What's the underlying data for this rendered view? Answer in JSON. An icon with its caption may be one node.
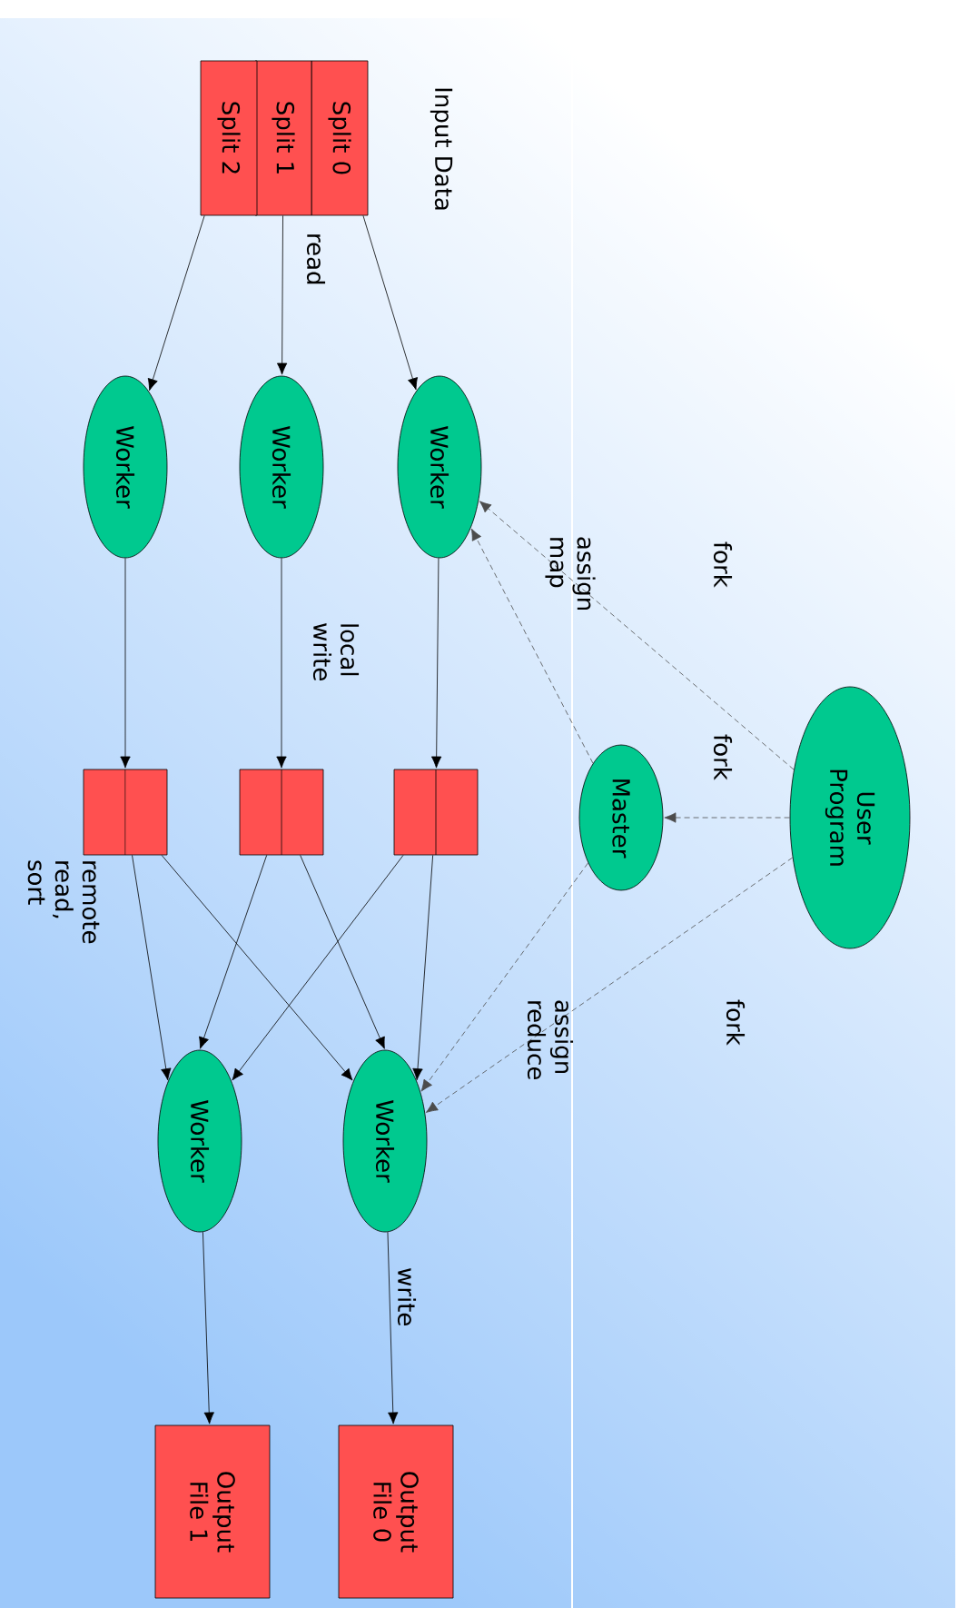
{
  "diagram": {
    "nodes": [
      {
        "text": [
          "Split 0"
        ]
      },
      {
        "text": [
          "Split 1"
        ]
      },
      {
        "text": [
          "Split 2"
        ]
      },
      {
        "text": [
          "Worker"
        ]
      },
      {
        "text": [
          "Worker"
        ]
      },
      {
        "text": [
          "Worker"
        ]
      },
      {
        "text": [],
        "shape": "box"
      },
      {
        "text": [],
        "shape": "box"
      },
      {
        "text": [],
        "shape": "box"
      },
      {
        "text": [
          "User Program"
        ]
      },
      {
        "text": [
          "Master"
        ]
      },
      {
        "text": [
          "Worker"
        ]
      },
      {
        "text": [
          "Worker"
        ]
      },
      {
        "text": [
          "Output File 0"
        ]
      },
      {
        "text": [
          "Output File 1"
        ]
      }
    ],
    "edges": [
      {
        "from": 0,
        "to": 3,
        "arrow": "to"
      },
      {
        "from": 1,
        "to": 4,
        "arrow": "to",
        "label": "read"
      },
      {
        "from": 2,
        "to": 5,
        "arrow": "to"
      },
      {
        "from": 3,
        "to": 8,
        "arrow": "to"
      },
      {
        "from": 4,
        "to": 7,
        "arrow": "to",
        "label": "local write"
      },
      {
        "from": 5,
        "to": 6,
        "arrow": "to"
      },
      {
        "from": 6,
        "to": 11,
        "arrow": "to"
      },
      {
        "from": 6,
        "to": 12,
        "arrow": "to",
        "label": "remote read, sort"
      },
      {
        "from": 7,
        "to": 11,
        "arrow": "to"
      },
      {
        "from": 7,
        "to": 12,
        "arrow": "to"
      },
      {
        "from": 8,
        "to": 11,
        "arrow": "to"
      },
      {
        "from": 8,
        "to": 12,
        "arrow": "to"
      },
      {
        "from": 10,
        "to": 3,
        "arrow": "to",
        "style": "dashed",
        "label": "assign map"
      },
      {
        "from": 10,
        "to": 11,
        "arrow": "to",
        "style": "dashed",
        "label": "assign reduce"
      },
      {
        "from": 9,
        "to": 3,
        "arrow": "to",
        "style": "dashed",
        "label": "fork"
      },
      {
        "from": 9,
        "to": 10,
        "arrow": "to",
        "style": "dashed",
        "label": "fork"
      },
      {
        "from": 9,
        "to": 11,
        "arrow": "to",
        "style": "dashed",
        "label": "fork"
      },
      {
        "from": 11,
        "to": 13,
        "arrow": "to",
        "label": "write"
      },
      {
        "from": 12,
        "to": 14,
        "arrow": "to"
      }
    ],
    "labels": [
      "Input Data"
    ]
  }
}
